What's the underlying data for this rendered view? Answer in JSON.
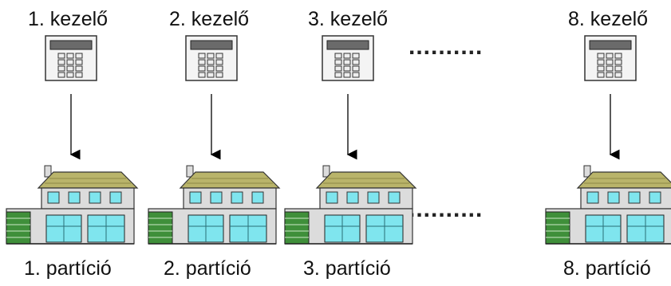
{
  "columns": [
    {
      "keypad_label": "1. kezelő",
      "partition_label": "1. partíció"
    },
    {
      "keypad_label": "2. kezelő",
      "partition_label": "2. partíció"
    },
    {
      "keypad_label": "3. kezelő",
      "partition_label": "3. partíció"
    },
    {
      "keypad_label": "8. kezelő",
      "partition_label": "8. partíció"
    }
  ],
  "ellipsis": "..........",
  "colors": {
    "roof": "#b9b46a",
    "wall": "#dcdcdc",
    "window": "#7fe5ee",
    "garage": "#3f8f3a",
    "arrow": "#000000"
  },
  "icons": {
    "keypad": "keypad-icon",
    "house": "house-icon"
  }
}
